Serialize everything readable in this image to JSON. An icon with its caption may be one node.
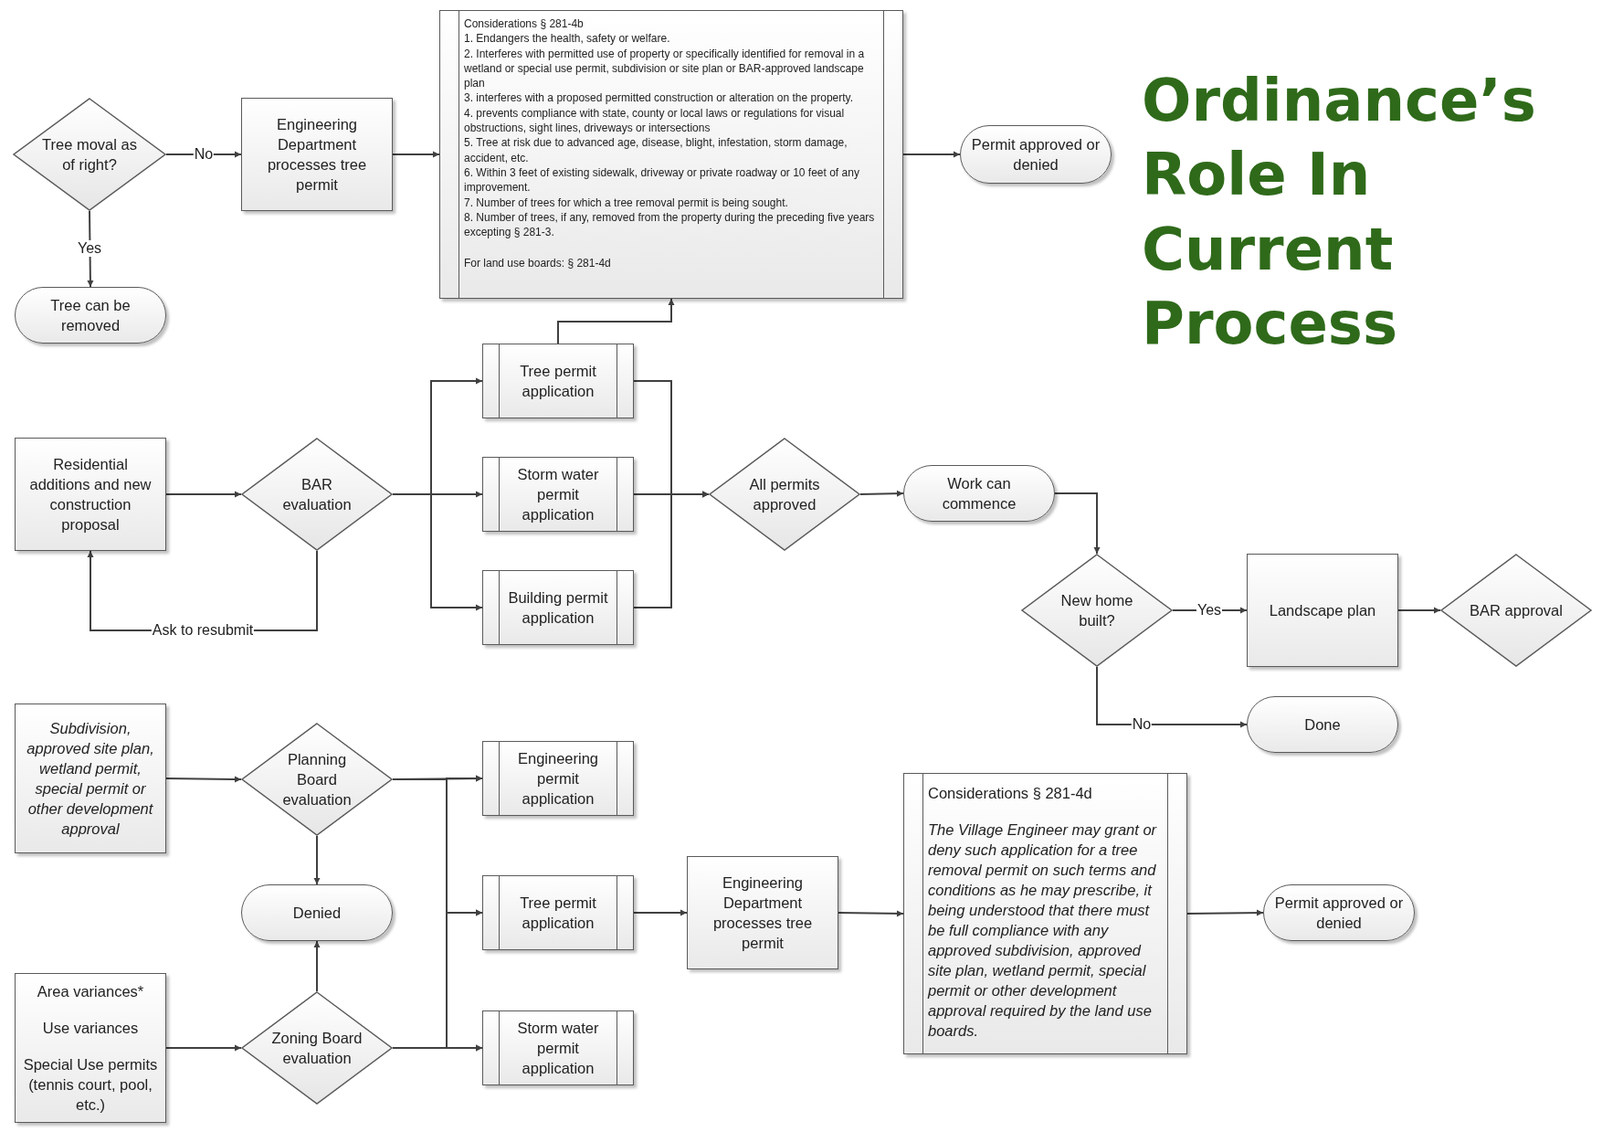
{
  "diagram": {
    "title": "Ordinance’s Role In Current Process",
    "nodes": [
      {
        "text": [
          "Tree moval as of right?"
        ]
      },
      {
        "text": [
          "Engineering Department processes tree permit"
        ]
      },
      {
        "text": [
          "Tree can be removed"
        ]
      },
      {
        "text": [
          "Considerations § 281-4b",
          "1. Endangers the health, safety or welfare.",
          "2. Interferes with permitted use of property or specifically identified for removal in a wetland or special use permit, subdivision or site plan or BAR-approved landscape plan",
          "3. interferes with a proposed permitted construction or alteration on the property.",
          "4. prevents compliance with state, county or local laws or regulations for visual obstructions, sight lines, driveways or intersections",
          "5. Tree at risk due to advanced age, disease, blight, infestation, storm damage, accident, etc.",
          "6. Within 3 feet of existing sidewalk, driveway or private roadway or 10 feet of any improvement.",
          "7. Number of trees for which a tree removal permit is being sought.",
          "8. Number of trees, if any, removed from the property during the preceding five years excepting § 281-3.",
          "For land use boards: § 281-4d"
        ]
      },
      {
        "text": [
          "Permit approved or denied"
        ]
      },
      {
        "text": [
          "Tree permit application"
        ]
      },
      {
        "text": [
          "Residential additions and new construction proposal"
        ]
      },
      {
        "text": [
          "BAR evaluation"
        ]
      },
      {
        "text": [
          "Storm water permit application"
        ]
      },
      {
        "text": [
          "Building permit application"
        ]
      },
      {
        "text": [
          "All permits approved"
        ]
      },
      {
        "text": [
          "Work can commence"
        ]
      },
      {
        "text": [
          "New home built?"
        ]
      },
      {
        "text": [
          "Landscape plan"
        ]
      },
      {
        "text": [
          "BAR approval"
        ]
      },
      {
        "text": [
          "Done"
        ]
      },
      {
        "text": [
          "Subdivision, approved site plan, wetland permit, special permit or other development approval"
        ]
      },
      {
        "text": [
          "Planning Board evaluation"
        ]
      },
      {
        "text": [
          "Engineering permit application"
        ]
      },
      {
        "text": [
          "Denied"
        ]
      },
      {
        "text": [
          "Tree permit application"
        ]
      },
      {
        "text": [
          "Engineering Department processes tree permit"
        ]
      },
      {
        "text": [
          "Considerations § 281-4d",
          "The Village Engineer may grant or deny such application for a tree removal permit on such terms and conditions as he may prescribe, it being understood that there must be full compliance with any approved subdivision, approved site plan, wetland permit, special permit or other development approval required by the land use boards."
        ]
      },
      {
        "text": [
          "Permit approved or denied"
        ]
      },
      {
        "text": [
          "Area variances*",
          "Use variances",
          "Special Use permits (tennis court, pool, etc.)"
        ]
      },
      {
        "text": [
          "Zoning Board evaluation"
        ]
      },
      {
        "text": [
          "Storm water permit application"
        ]
      }
    ],
    "edges": [
      {
        "from": 0,
        "to": 1,
        "arrow": "to",
        "label": "No"
      },
      {
        "from": 0,
        "to": 2,
        "arrow": "to",
        "label": "Yes"
      },
      {
        "from": 1,
        "to": 3,
        "arrow": "to"
      },
      {
        "from": 3,
        "to": 4,
        "arrow": "to"
      },
      {
        "from": 5,
        "to": 3,
        "arrow": "to"
      },
      {
        "from": 6,
        "to": 7,
        "arrow": "to"
      },
      {
        "from": 7,
        "to": 5,
        "arrow": "to"
      },
      {
        "from": 7,
        "to": 8,
        "arrow": "to"
      },
      {
        "from": 7,
        "to": 9,
        "arrow": "to"
      },
      {
        "from": 7,
        "to": 6,
        "arrow": "to",
        "label": "Ask to resubmit"
      },
      {
        "from": 5,
        "to": 10,
        "arrow": "to"
      },
      {
        "from": 8,
        "to": 10,
        "arrow": "to"
      },
      {
        "from": 9,
        "to": 10,
        "arrow": "to"
      },
      {
        "from": 10,
        "to": 11,
        "arrow": "to"
      },
      {
        "from": 11,
        "to": 12,
        "arrow": "to"
      },
      {
        "from": 12,
        "to": 13,
        "arrow": "to",
        "label": "Yes"
      },
      {
        "from": 13,
        "to": 14,
        "arrow": "to"
      },
      {
        "from": 12,
        "to": 15,
        "arrow": "to",
        "label": "No"
      },
      {
        "from": 16,
        "to": 17,
        "arrow": "to"
      },
      {
        "from": 17,
        "to": 18,
        "arrow": "to"
      },
      {
        "from": 17,
        "to": 20,
        "arrow": "to"
      },
      {
        "from": 17,
        "to": 26,
        "arrow": "to"
      },
      {
        "from": 25,
        "to": 18,
        "arrow": "to"
      },
      {
        "from": 25,
        "to": 20,
        "arrow": "to"
      },
      {
        "from": 25,
        "to": 26,
        "arrow": "to"
      },
      {
        "from": 17,
        "to": 19,
        "arrow": "to"
      },
      {
        "from": 25,
        "to": 19,
        "arrow": "to"
      },
      {
        "from": 24,
        "to": 25,
        "arrow": "to"
      },
      {
        "from": 20,
        "to": 21,
        "arrow": "to"
      },
      {
        "from": 21,
        "to": 22,
        "arrow": "to"
      },
      {
        "from": 22,
        "to": 23,
        "arrow": "to"
      }
    ]
  }
}
